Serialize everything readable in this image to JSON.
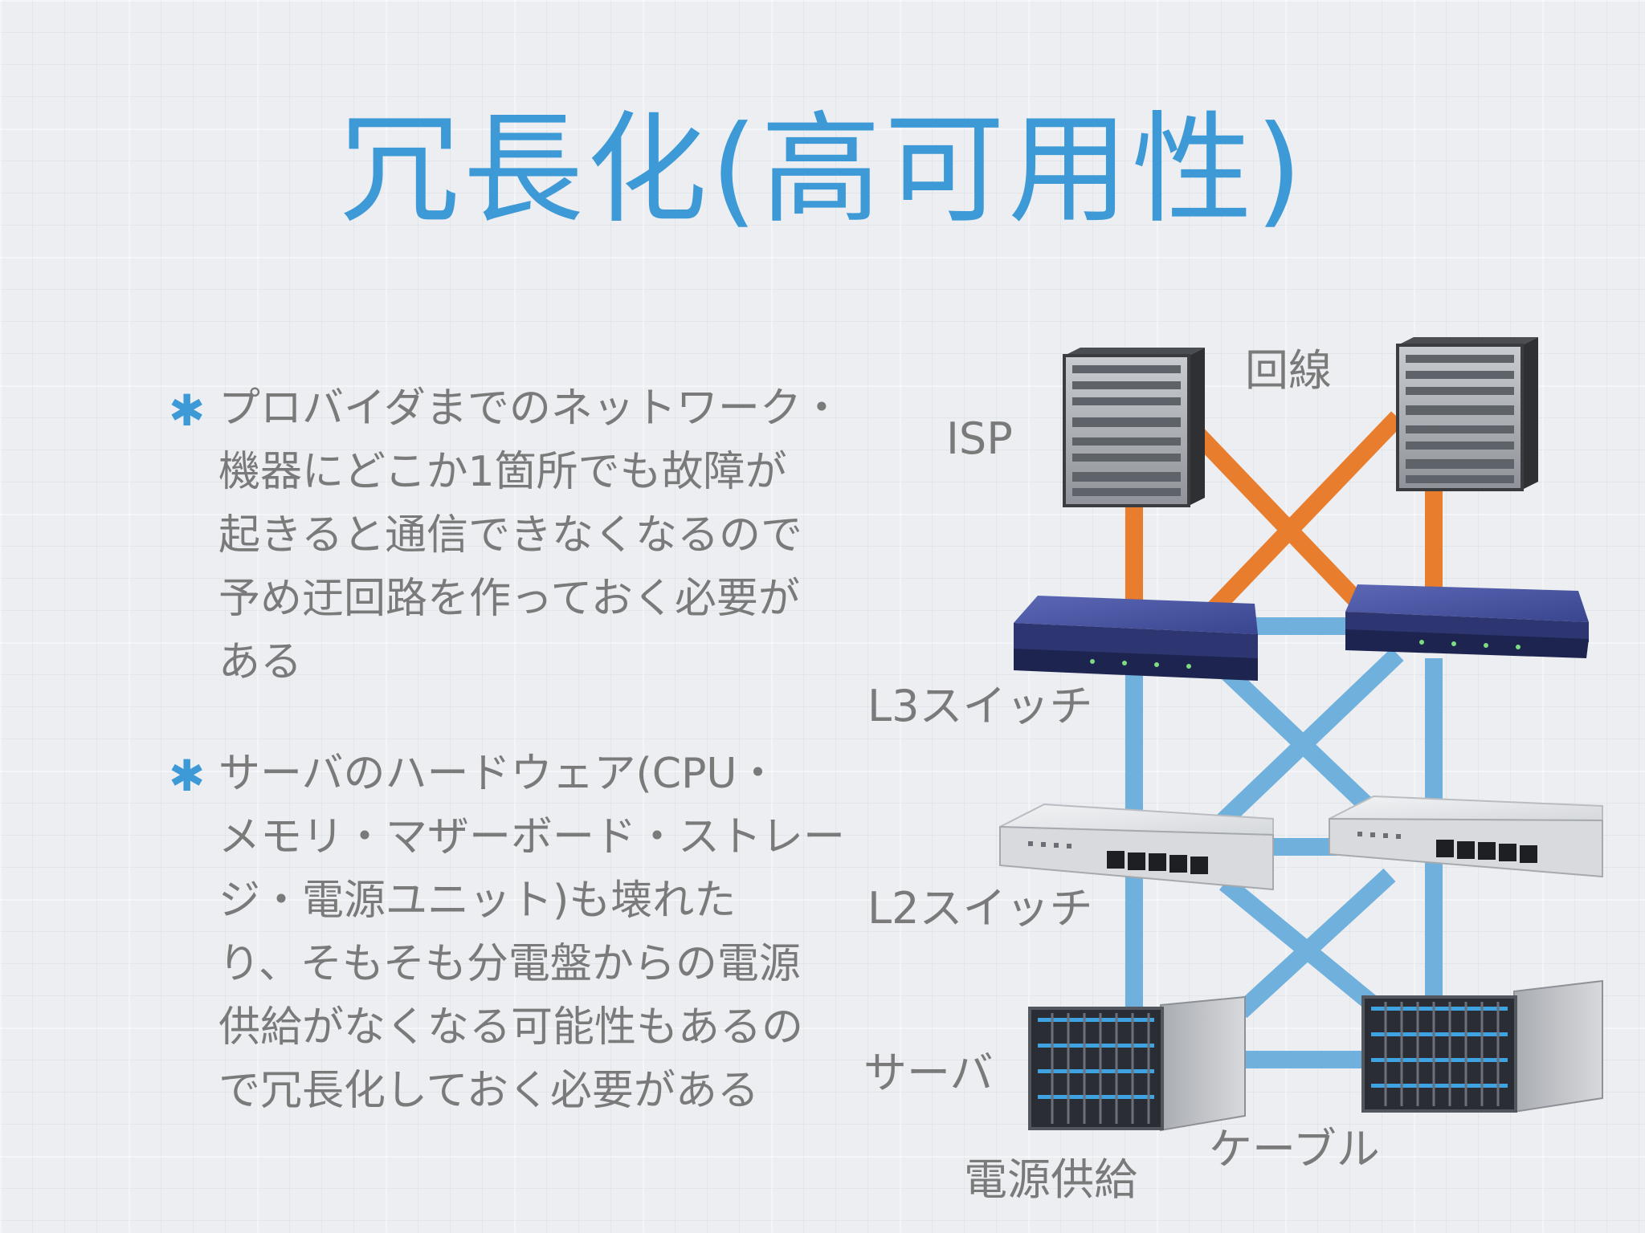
{
  "title": "冗長化(高可用性)",
  "bullets": [
    {
      "lines": [
        "プロバイダまでのネットワーク・",
        "機器にどこか1箇所でも故障が",
        "起きると通信できなくなるので",
        "予め迂回路を作っておく必要が",
        "ある"
      ]
    },
    {
      "lines": [
        "サーバのハードウェア(CPU・",
        "メモリ・マザーボード・ストレー",
        "ジ・電源ユニット)も壊れた",
        "り、そもそも分電盤からの電源",
        "供給がなくなる可能性もあるの",
        "で冗長化しておく必要がある"
      ]
    }
  ],
  "diagram": {
    "labels": {
      "isp": "ISP",
      "line": "回線",
      "l3": "L3スイッチ",
      "l2": "L2スイッチ",
      "server": "サーバ",
      "cable": "ケーブル",
      "power": "電源供給"
    },
    "colors": {
      "isp_link": "#e87d2e",
      "lan_link": "#6fb1dc",
      "l3_switch": "#3d4a92",
      "title": "#3d9ad6",
      "text": "#7a7a7a"
    }
  }
}
